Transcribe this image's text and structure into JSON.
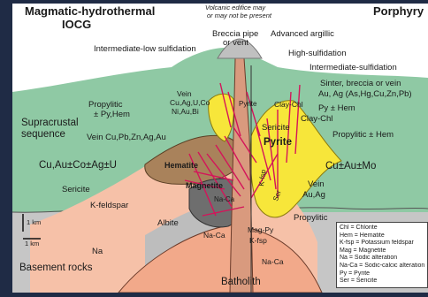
{
  "header": {
    "left_title_line1": "Magmatic-hydrothermal",
    "left_title_line2": "IOCG",
    "right_title": "Porphyry",
    "center_note_line1": "Volcanic edifice may",
    "center_note_line2": "or may not be present"
  },
  "labels": {
    "breccia_pipe_1": "Breccia pipe",
    "breccia_pipe_2": "or vent",
    "intermediate_low": "Intermediate-low sulfidation",
    "advanced_argillic": "Advanced argillic",
    "high_sulfidation": "High-sulfidation",
    "intermediate_sulfidation": "Intermediate-sulfidation",
    "sinter_1": "Sinter, breccia or vein",
    "sinter_2": "Au, Ag (As,Hg,Cu,Zn,Pb)",
    "vein_left_1": "Vein",
    "vein_left_2": "Cu,Ag,U,Co",
    "vein_left_3": "Ni,Au,Bi",
    "pyrite_small": "Pyrite",
    "clay_chl_1": "Clay-Chl",
    "py_hem": "Py ± Hem",
    "clay_chl_2": "Clay-Chl",
    "propylitic_left_1": "Propylitic",
    "propylitic_left_2": "± Py,Hem",
    "supracrustal_1": "Supracrustal",
    "supracrustal_2": "sequence",
    "vein_cu": "Vein Cu,Pb,Zn,Ag,Au",
    "sericite_right": "Sericite",
    "pyrite_big": "Pyrite",
    "propylitic_hem": "Propylitic ± Hem",
    "cu_au_left": "Cu,Au±Co±Ag±U",
    "hematite": "Hematite",
    "cu_au_mo": "Cu±Au±Mo",
    "magnetite": "Magnetite",
    "na_ca_upper": "Na-Ca",
    "vein_au_ag_1": "Vein",
    "vein_au_ag_2": "Au,Ag",
    "sericite_left": "Sericite",
    "kfeldspar": "K-feldspar",
    "kfsp_vertical": "K-fsp",
    "ser_vertical": "Ser",
    "albite": "Albite",
    "propylitic_low": "Propylitic",
    "na_ca_mid": "Na-Ca",
    "mag_py": "Mag-Py",
    "kfsp_low": "K-fsp",
    "na_low": "Na",
    "na_ca_low": "Na-Ca",
    "basement": "Basement rocks",
    "batholith": "Batholith",
    "scale_1": "1 km",
    "scale_2": "1 km"
  },
  "legend": [
    "Chl = Chlorite",
    "Hem = Hematite",
    "K-fsp = Potassium feldspar",
    "Mag = Magnetite",
    "Na = Sodic alteration",
    "Na-Ca = Sodic-calcic alteration",
    "Py = Pyrite",
    "Ser = Sericite"
  ],
  "colors": {
    "sky": "#ffffff",
    "supracrustal": "#8fc9a4",
    "basement": "#c6c6c6",
    "batholith": "#f2a98a",
    "albite": "#bdbdbd",
    "kfeldspar": "#f6c1a8",
    "hematite": "#a9825b",
    "magnetite": "#6e6e6e",
    "pyrite": "#f7e63a",
    "veins": "#d4145a",
    "volcano": "#c0c0c0"
  }
}
